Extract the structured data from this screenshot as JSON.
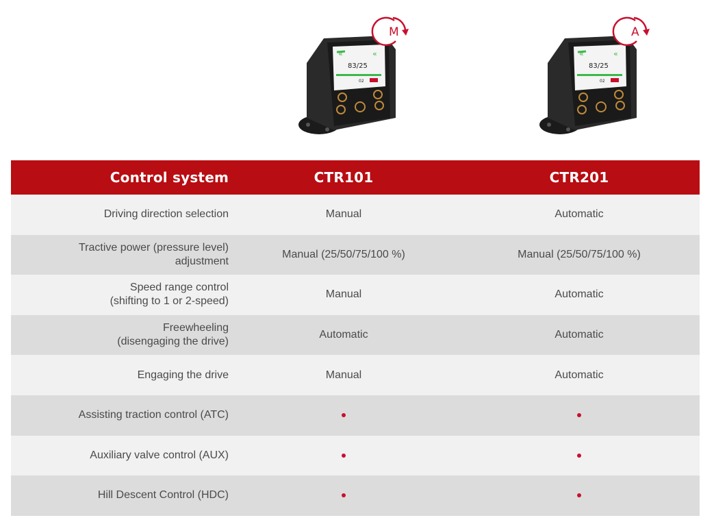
{
  "devices": [
    {
      "mode_letter": "M"
    },
    {
      "mode_letter": "A"
    }
  ],
  "screen": {
    "readout": "83/25",
    "gear": "02"
  },
  "colors": {
    "header_red": "#b80d12",
    "row_light": "#f1f1f1",
    "row_dark": "#dcdcdc",
    "dot_red": "#c8102e",
    "arrow_green": "#3db84a"
  },
  "table": {
    "header": {
      "label": "Control system",
      "col1": "CTR101",
      "col2": "CTR201"
    },
    "rows": [
      {
        "line1": "Driving direction selection",
        "line2": "",
        "col1": "Manual",
        "col2": "Automatic",
        "dot1": false,
        "dot2": false
      },
      {
        "line1": "Tractive power (pressure level)",
        "line2": "adjustment",
        "col1": "Manual (25/50/75/100 %)",
        "col2": "Manual (25/50/75/100 %)",
        "dot1": false,
        "dot2": false
      },
      {
        "line1": "Speed range control",
        "line2": "(shifting to 1 or 2-speed)",
        "col1": "Manual",
        "col2": "Automatic",
        "dot1": false,
        "dot2": false
      },
      {
        "line1": "Freewheeling",
        "line2": "(disengaging the drive)",
        "col1": "Automatic",
        "col2": "Automatic",
        "dot1": false,
        "dot2": false
      },
      {
        "line1": "Engaging the drive",
        "line2": "",
        "col1": "Manual",
        "col2": "Automatic",
        "dot1": false,
        "dot2": false
      },
      {
        "line1": "Assisting traction control (ATC)",
        "line2": "",
        "col1": "",
        "col2": "",
        "dot1": true,
        "dot2": true
      },
      {
        "line1": "Auxiliary valve control  (AUX)",
        "line2": "",
        "col1": "",
        "col2": "",
        "dot1": true,
        "dot2": true
      },
      {
        "line1": "Hill Descent Control (HDC)",
        "line2": "",
        "col1": "",
        "col2": "",
        "dot1": true,
        "dot2": true
      }
    ]
  }
}
